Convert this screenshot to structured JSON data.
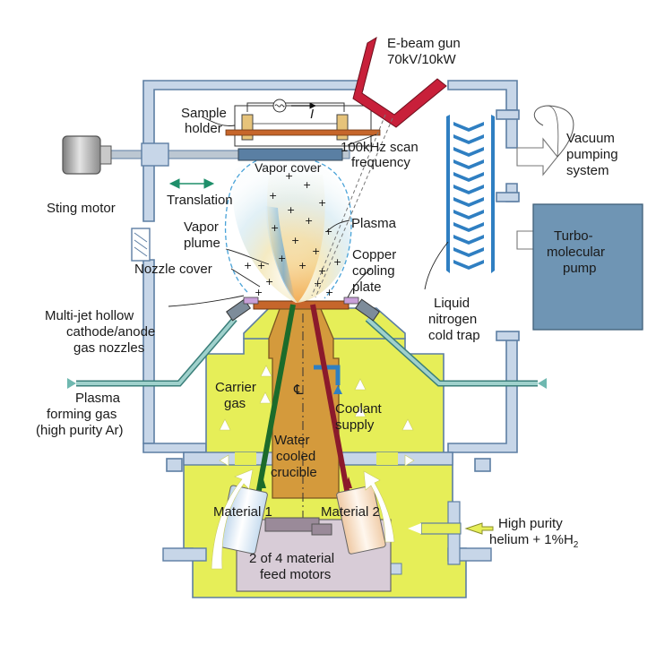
{
  "labels": {
    "ebeam_gun": "E-beam gun",
    "ebeam_spec": "70kV/10kW",
    "sample_holder_1": "Sample",
    "sample_holder_2": "holder",
    "scan_1": "100kHz scan",
    "scan_2": "frequency",
    "current": "I",
    "vapor_cover": "Vapor cover",
    "vacuum_1": "Vacuum",
    "vacuum_2": "pumping",
    "vacuum_3": "system",
    "sting_motor": "Sting motor",
    "translation": "Translation",
    "plasma": "Plasma",
    "vapor_plume_1": "Vapor",
    "vapor_plume_2": "plume",
    "turbo_1": "Turbo-",
    "turbo_2": "molecular",
    "turbo_3": "pump",
    "copper_1": "Copper",
    "copper_2": "cooling",
    "copper_3": "plate",
    "nozzle_cover": "Nozzle cover",
    "multijet_1": "Multi-jet hollow",
    "multijet_2": "cathode/anode",
    "multijet_3": "gas nozzles",
    "ln_1": "Liquid",
    "ln_2": "nitrogen",
    "ln_3": "cold trap",
    "carrier_1": "Carrier",
    "carrier_2": "gas",
    "centerline": "℄",
    "plasma_gas_1": "Plasma",
    "plasma_gas_2": "forming gas",
    "plasma_gas_3": "(high purity Ar)",
    "coolant_1": "Coolant",
    "coolant_2": "supply",
    "crucible_1": "Water",
    "crucible_2": "cooled",
    "crucible_3": "crucible",
    "material_1": "Material 1",
    "material_2": "Material 2",
    "helium_1": "High purity",
    "helium_2": "helium + 1%H",
    "helium_sub": "2",
    "feed_1": "2 of 4 material",
    "feed_2": "feed motors"
  },
  "colors": {
    "chamber_fill": "#c7d6e8",
    "chamber_edge": "#5d7ea3",
    "lower_chamber": "#e6ee58",
    "crucible": "#d49a3c",
    "pump": "#6f95b4",
    "cold_trap": "#2f7fc2",
    "ebeam_gun": "#c8203a",
    "material_1_rod": "#1c6b2a",
    "material_2_rod": "#8b1a2b",
    "gas_arrow": "#6fb8b0",
    "translation_arrow": "#1f8f6a",
    "plasma_outline": "#4aa3d8"
  }
}
